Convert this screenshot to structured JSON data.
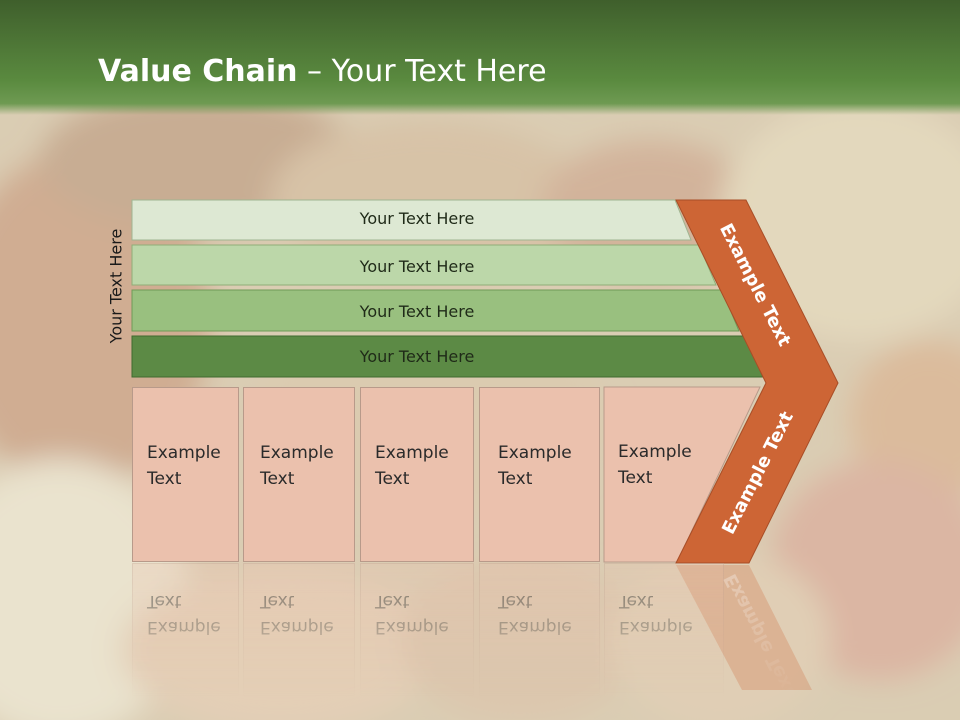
{
  "title": {
    "bold": "Value Chain",
    "rest": " – Your Text Here"
  },
  "side_label": "Your Text Here",
  "bars": [
    {
      "label": "Your Text Here",
      "color": "#dde8d3"
    },
    {
      "label": "Your Text Here",
      "color": "#bcd7a9"
    },
    {
      "label": "Your Text Here",
      "color": "#99c07f"
    },
    {
      "label": "Your Text Here",
      "color": "#5c8a45"
    }
  ],
  "boxes": [
    {
      "line1": "Example",
      "line2": "Text"
    },
    {
      "line1": "Example",
      "line2": "Text"
    },
    {
      "line1": "Example",
      "line2": "Text"
    },
    {
      "line1": "Example",
      "line2": "Text"
    },
    {
      "line1": "Example",
      "line2": "Text"
    }
  ],
  "chevron": {
    "upper_label": "Example Text",
    "lower_label": "Example Text",
    "color": "#cd6535"
  },
  "colors": {
    "header": "#4f7a39",
    "box_fill": "#ebc1ad"
  }
}
